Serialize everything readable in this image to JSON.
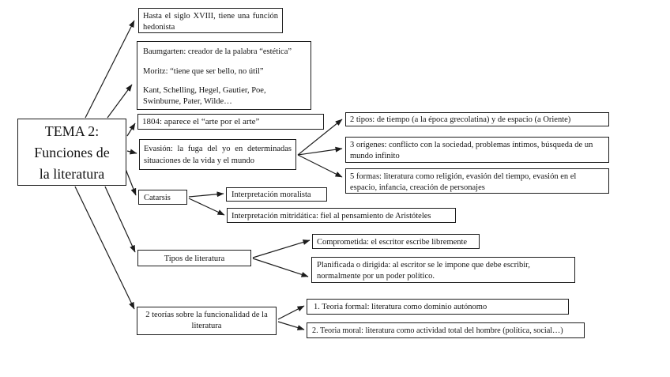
{
  "colors": {
    "ink": "#1c1c1c",
    "background": "#ffffff"
  },
  "diagram": {
    "root": {
      "lines": [
        "TEMA 2:",
        "Funciones de",
        "la literatura"
      ]
    },
    "nodes": {
      "hedonista": {
        "text": "Hasta el siglo XVIII, tiene una función hedonista"
      },
      "baumgarten": {
        "lines": [
          "Baumgarten:  creador de la palabra “estética”",
          "Moritz: “tiene que ser bello, no útil”",
          "Kant, Schelling, Hegel, Gautier, Poe, Swinburne, Pater, Wilde…"
        ]
      },
      "arte_por_el_arte": {
        "text": "1804: aparece el “arte por el arte”"
      },
      "evasion": {
        "text": "Evasión:  la fuga del yo en determinadas situaciones de la vida y el mundo"
      },
      "dos_tipos": {
        "text": "2 tipos: de tiempo (a la época grecolatina) y de espacio (a Oriente)"
      },
      "tres_origenes": {
        "text": "3 orígenes: conflicto con la sociedad, problemas íntimos, búsqueda de un mundo infinito"
      },
      "cinco_formas": {
        "text": "5 formas: literatura como religión, evasión del tiempo, evasión en el espacio, infancia, creación de personajes"
      },
      "catarsis": {
        "text": "Catarsis"
      },
      "interpretacion_moralista": {
        "text": "Interpretación moralista"
      },
      "interpretacion_mitridatica": {
        "text": "Interpretación mitridática: fiel al pensamiento de Aristóteles"
      },
      "tipos_de_literatura": {
        "text": "Tipos de literatura"
      },
      "comprometida": {
        "text": "Comprometida: el escritor escribe libremente"
      },
      "planificada": {
        "text": "Planificada o dirigida: al escritor se le impone que debe escribir, normalmente por un poder político."
      },
      "dos_teorias": {
        "text": "2 teorías sobre la funcionalidad de la literatura"
      },
      "teoria_formal": {
        "text": "1. Teoria formal: literatura como dominio autónomo"
      },
      "teoria_moral": {
        "text": "2. Teoria moral: literatura como actividad total del hombre (política, social…)"
      }
    }
  }
}
